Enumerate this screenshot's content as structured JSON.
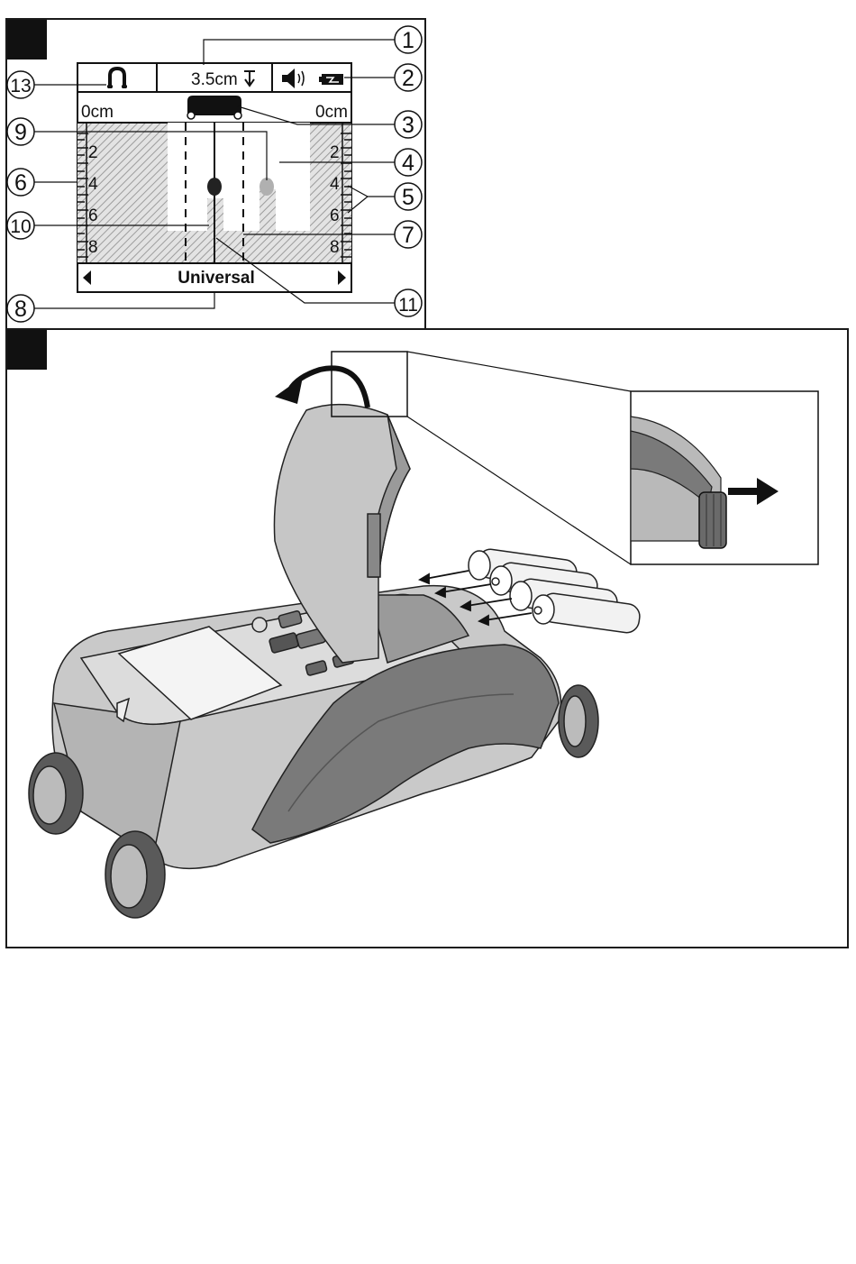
{
  "figure1": {
    "display": {
      "depth_reading": "3.5cm",
      "left_depth_label": "0cm",
      "right_depth_label": "0cm",
      "scale_left": [
        "2",
        "4",
        "6",
        "8"
      ],
      "scale_right": [
        "2",
        "4",
        "6",
        "8"
      ],
      "mode_name": "Universal",
      "icons": [
        "magnet-icon",
        "depth-arrow-icon",
        "speaker-icon",
        "battery-icon",
        "sensor-icon",
        "arrow-left-icon",
        "arrow-right-icon"
      ]
    },
    "callouts": [
      "1",
      "2",
      "3",
      "4",
      "5",
      "6",
      "7",
      "8",
      "9",
      "10",
      "11",
      "13"
    ]
  },
  "figure2": {
    "icons": [
      "rotate-arrow-icon",
      "battery-icon",
      "pull-arrow-icon",
      "detector-device-icon"
    ],
    "battery_count": 4
  },
  "colors": {
    "hatch": "#bdbdbd",
    "device_dark": "#6e6e6e",
    "device_mid": "#a4a4a4",
    "device_light": "#d4d4d4"
  }
}
